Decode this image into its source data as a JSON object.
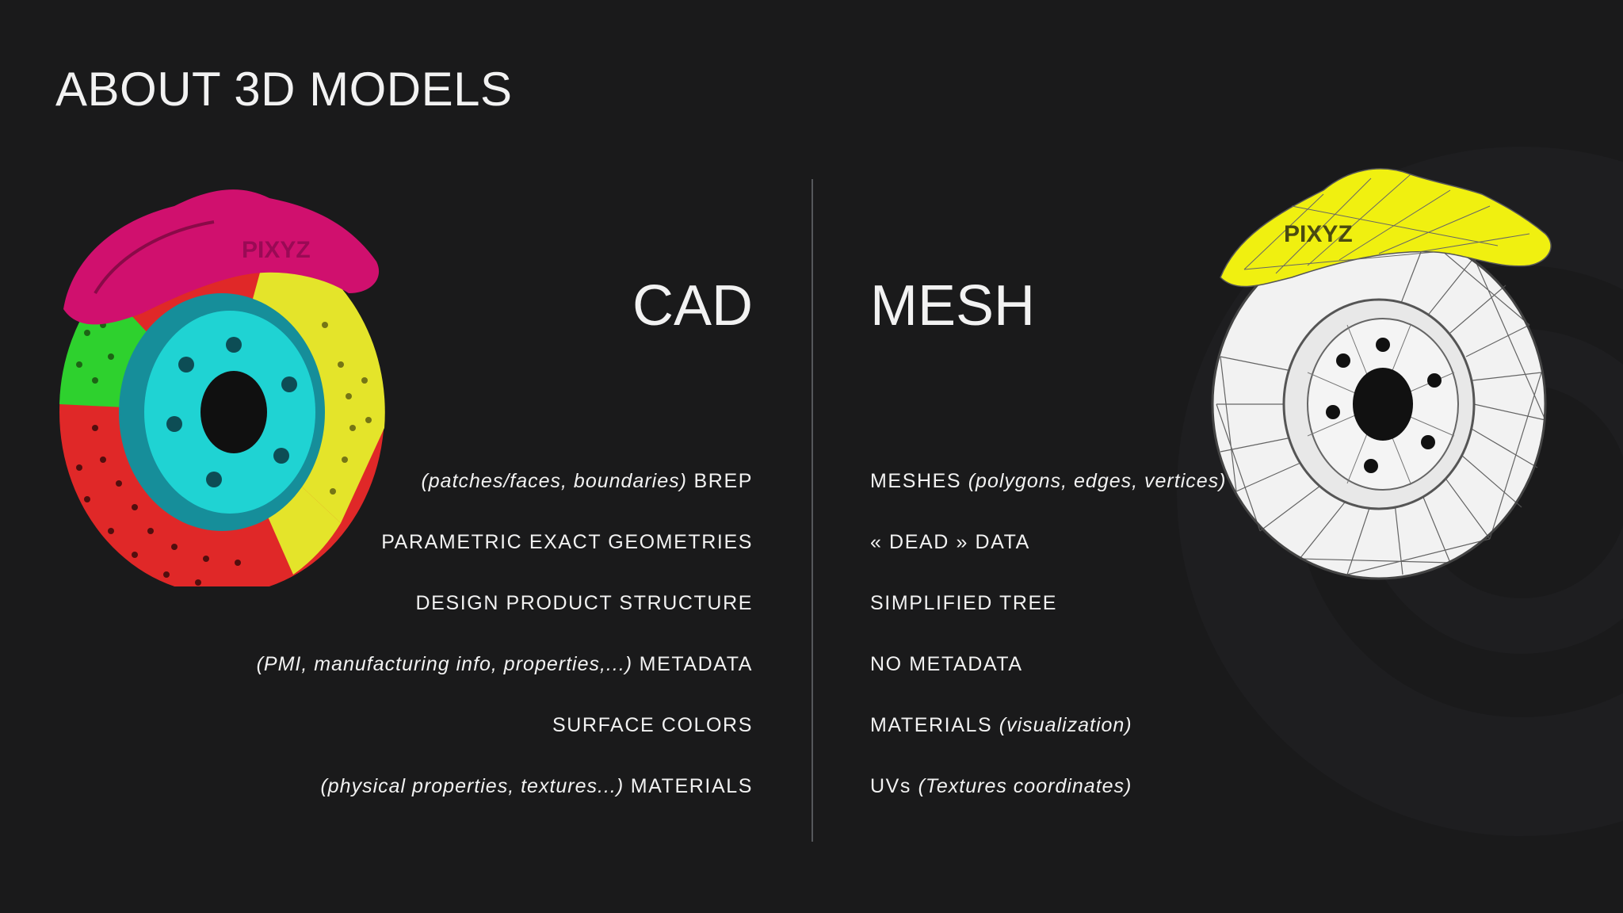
{
  "slide": {
    "title": "ABOUT 3D MODELS"
  },
  "cad": {
    "heading": "CAD",
    "items": [
      {
        "note": "(patches/faces, boundaries)",
        "label": "BREP",
        "note_position": "before"
      },
      {
        "note": "",
        "label": "PARAMETRIC EXACT GEOMETRIES",
        "note_position": "before"
      },
      {
        "note": "",
        "label": "DESIGN PRODUCT STRUCTURE",
        "note_position": "before"
      },
      {
        "note": "(PMI, manufacturing info, properties,...)",
        "label": "METADATA",
        "note_position": "before"
      },
      {
        "note": "",
        "label": "SURFACE COLORS",
        "note_position": "before"
      },
      {
        "note": "(physical properties, textures...)",
        "label": "MATERIALS",
        "note_position": "before"
      }
    ],
    "illustration": {
      "icon": "cad-brake-disc-icon",
      "logo_text": "PIXYZ",
      "colors": {
        "caliper": "#d0106e",
        "hub": "#1fd3d3",
        "disc_red": "#e02828",
        "disc_green": "#2ed12e",
        "disc_yellow": "#e4e42a"
      }
    }
  },
  "mesh": {
    "heading": "MESH",
    "items": [
      {
        "label": "MESHES",
        "note": "(polygons, edges, vertices)",
        "note_position": "after"
      },
      {
        "label": "« DEAD » DATA",
        "note": "",
        "note_position": "after"
      },
      {
        "label": "SIMPLIFIED TREE",
        "note": "",
        "note_position": "after"
      },
      {
        "label": "NO METADATA",
        "note": "",
        "note_position": "after"
      },
      {
        "label": "MATERIALS",
        "note": "(visualization)",
        "note_position": "after"
      },
      {
        "label": "UVs",
        "note": "(Textures coordinates)",
        "note_position": "after"
      }
    ],
    "illustration": {
      "icon": "mesh-wireframe-brake-icon",
      "logo_text": "PIXYZ",
      "colors": {
        "caliper": "#f0f010",
        "disc": "#f2f2f2",
        "wire": "#555555"
      }
    }
  },
  "theme": {
    "background": "#1a1a1b",
    "text": "#f2f2f2",
    "divider": "#55575b"
  }
}
